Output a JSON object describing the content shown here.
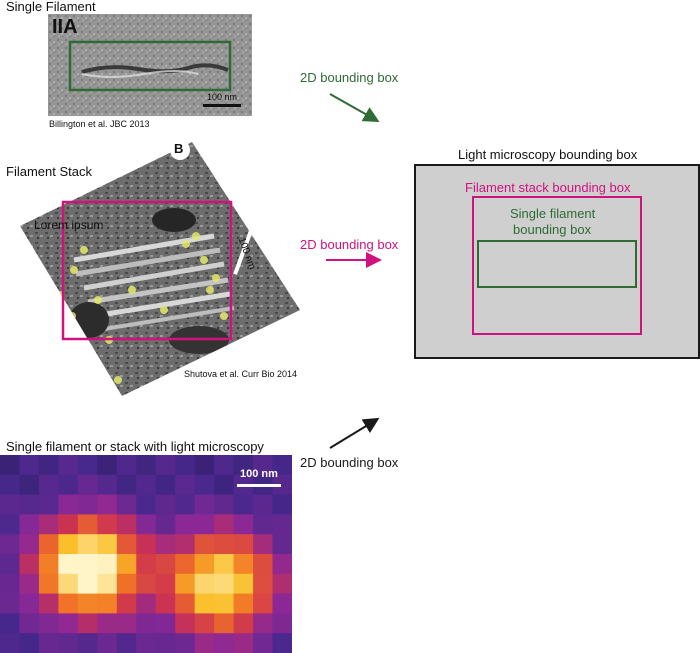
{
  "single_filament": {
    "title": "Single Filament",
    "panel_tag": "IIA",
    "scale_bar": "100 nm",
    "citation": "Billington et al. JBC 2013"
  },
  "filament_stack": {
    "title": "Filament Stack",
    "panel_tag": "B",
    "overlay_text": "Lorem ipsum",
    "scale_bar": "100 nm",
    "citation": "Shutova et al. Curr Bio 2014"
  },
  "light_microscopy": {
    "title": "Single filament or stack with light microscopy",
    "scale_bar": "100 nm"
  },
  "arrows": {
    "top": "2D bounding box",
    "middle": "2D bounding box",
    "bottom": "2D bounding box"
  },
  "summary_box": {
    "outer_title": "Light microscopy bounding box",
    "middle_title": "Filament stack bounding box",
    "inner_title_line1": "Single filament",
    "inner_title_line2": "bounding box"
  },
  "colors": {
    "green": "#2e6b35",
    "magenta": "#d0127f",
    "dark": "#1a1a1a",
    "gray_fill": "#cfcfcf"
  }
}
